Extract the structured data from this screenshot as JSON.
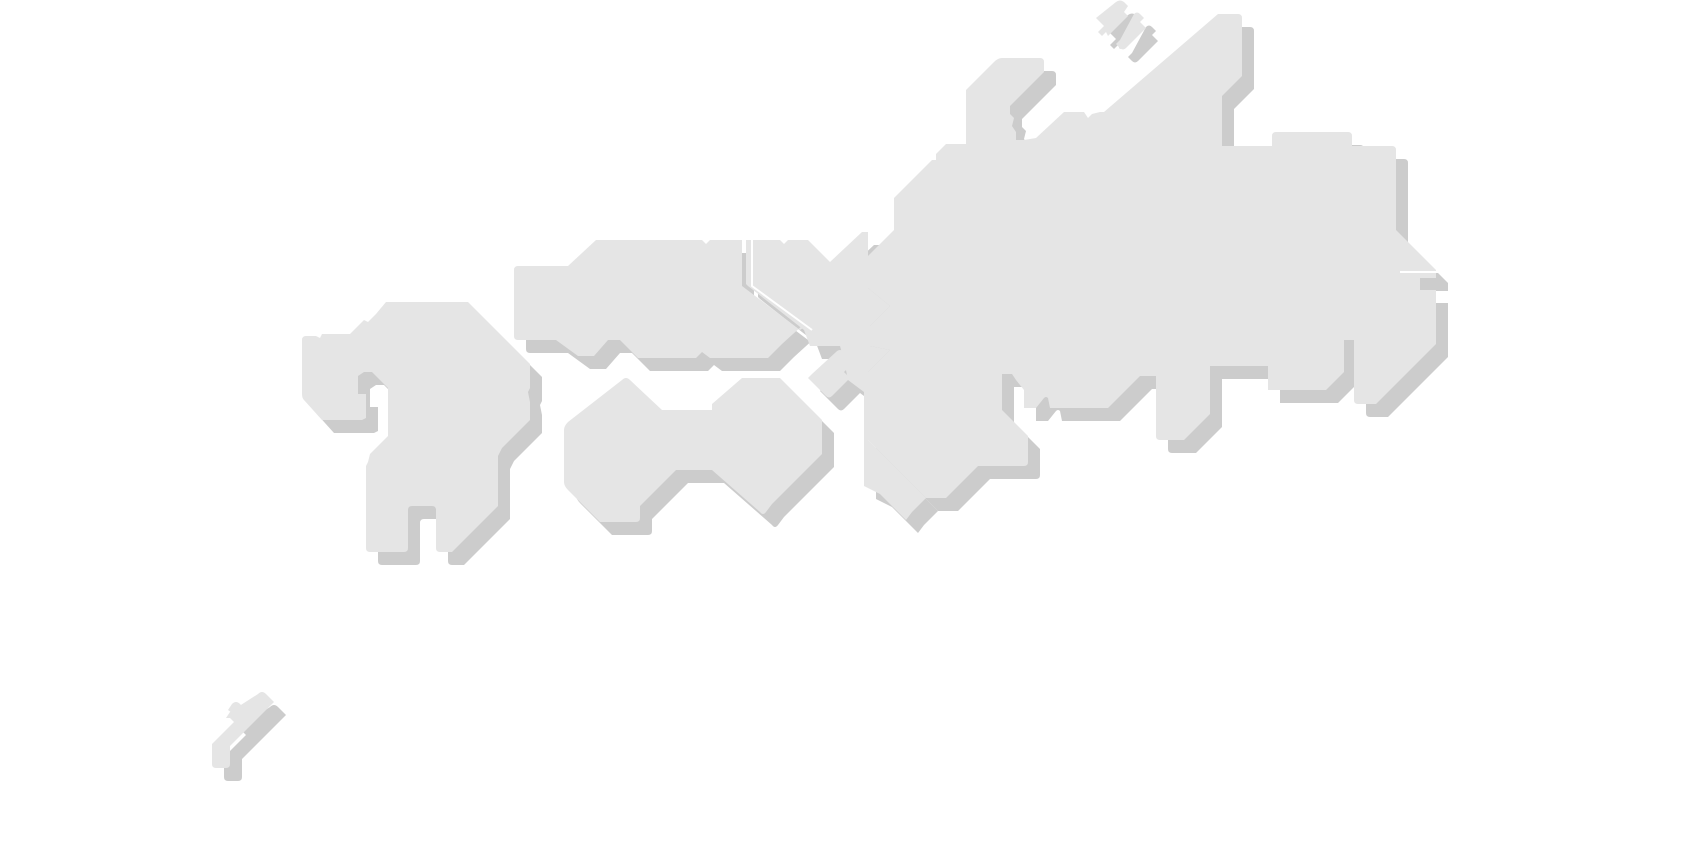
{
  "map": {
    "style": "deformed-japan-region-map",
    "colors": {
      "background": "#ffffff",
      "land": "#e5e5e5",
      "shadow": "#cccccc",
      "border_line": "#ffffff"
    },
    "regions": [
      {
        "id": "hokkaido"
      },
      {
        "id": "tohoku"
      },
      {
        "id": "kanto"
      },
      {
        "id": "chubu"
      },
      {
        "id": "kinki"
      },
      {
        "id": "chugoku"
      },
      {
        "id": "shikoku"
      },
      {
        "id": "kyushu"
      },
      {
        "id": "okinawa"
      }
    ]
  }
}
